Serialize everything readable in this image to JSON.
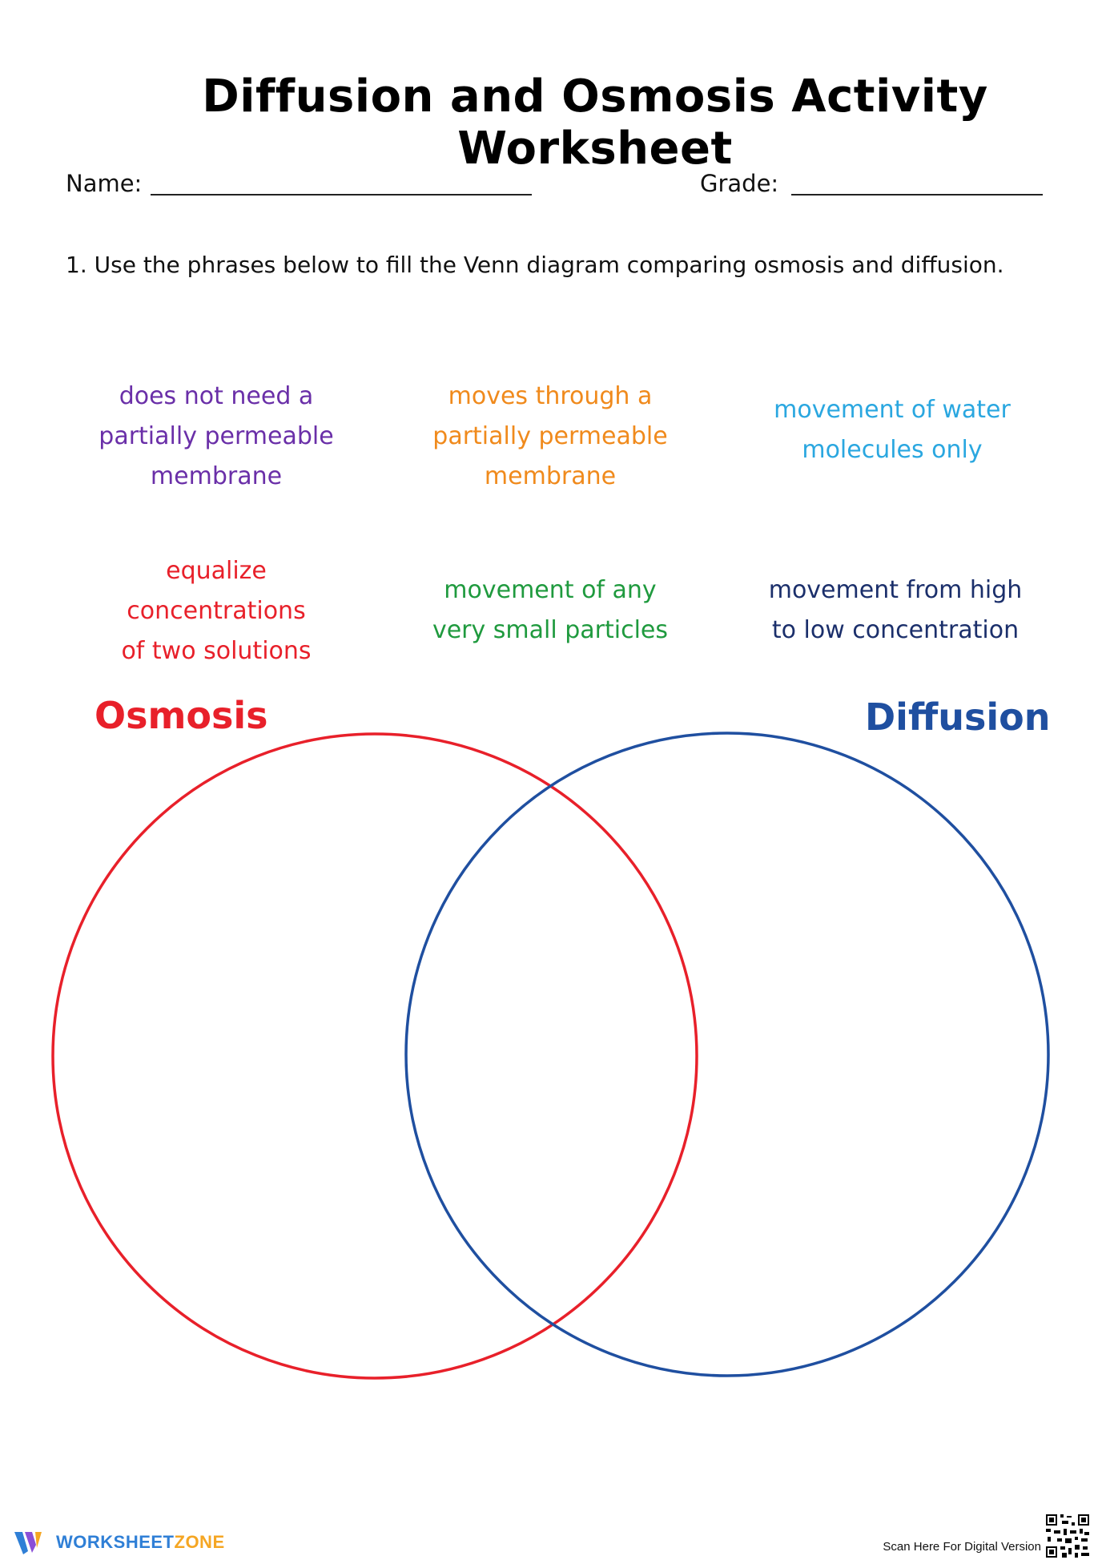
{
  "title": "Diffusion and Osmosis Activity Worksheet",
  "fields": {
    "name_label": "Name:",
    "grade_label": "Grade:"
  },
  "instruction": "1. Use the phrases below to fill the Venn diagram comparing osmosis and diffusion.",
  "phrases": [
    {
      "text": "does not need a\npartially permeable\nmembrane",
      "color": "#6a2fa8"
    },
    {
      "text": "moves through a\npartially permeable\nmembrane",
      "color": "#f08a1c"
    },
    {
      "text": "movement of water\nmolecules only",
      "color": "#2aa7e0"
    },
    {
      "text": "equalize\nconcentrations\nof two solutions",
      "color": "#e8202a"
    },
    {
      "text": "movement of any\nvery small particles",
      "color": "#1f9a3e"
    },
    {
      "text": "movement from high\nto low concentration",
      "color": "#1b2f6b"
    }
  ],
  "venn": {
    "left_label": "Osmosis",
    "right_label": "Diffusion",
    "left_color": "#e8202a",
    "right_color": "#1f4fa0"
  },
  "footer": {
    "brand_part1": "WORKSHEET",
    "brand_part2": "ZONE",
    "brand_color1": "#2f7fd6",
    "brand_color2": "#f5a623",
    "scan_text": "Scan Here For Digital Version",
    "icons": [
      "worksheetzone-logo-icon",
      "qr-code-icon"
    ]
  }
}
